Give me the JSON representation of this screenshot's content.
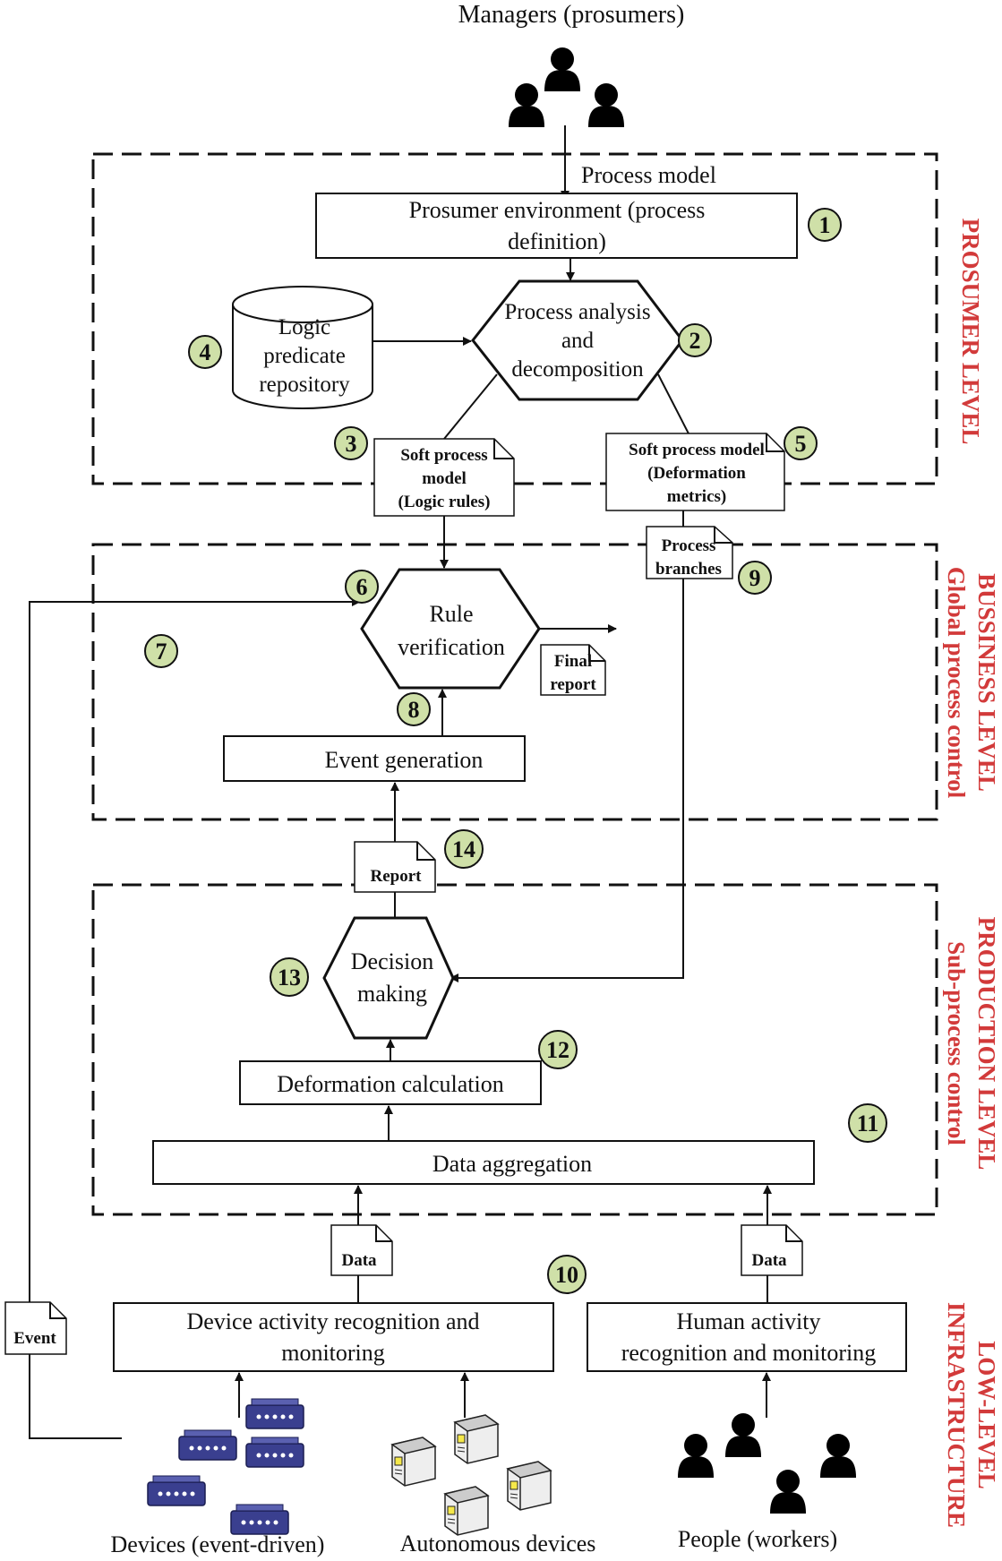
{
  "top_actor": "Managers (prosumers)",
  "flow_labels": {
    "process_model": "Process model"
  },
  "levels": {
    "prosumer": "PROSUMER LEVEL",
    "business_line1": "BUSSINESS LEVEL",
    "business_line2": "Global process control",
    "production_line1": "PRODUCTION LEVEL",
    "production_line2": "Sub-process control",
    "infrastructure_line1": "LOW-LEVEL",
    "infrastructure_line2": "INFRASTRUCTURE"
  },
  "boxes": {
    "prosumer_env_line1": "Prosumer environment (process",
    "prosumer_env_line2": "definition)",
    "process_analysis_line1": "Process analysis",
    "process_analysis_line2": "and",
    "process_analysis_line3": "decomposition",
    "logic_repo_line1": "Logic",
    "logic_repo_line2": "predicate",
    "logic_repo_line3": "repository",
    "rule_verification_line1": "Rule",
    "rule_verification_line2": "verification",
    "event_generation": "Event generation",
    "decision_making_line1": "Decision",
    "decision_making_line2": "making",
    "deformation_calculation": "Deformation calculation",
    "data_aggregation": "Data aggregation",
    "device_activity_line1": "Device activity recognition and",
    "device_activity_line2": "monitoring",
    "human_activity_line1": "Human activity",
    "human_activity_line2": "recognition and monitoring"
  },
  "documents": {
    "soft_logic_line1": "Soft process",
    "soft_logic_line2": "model",
    "soft_logic_line3": "(Logic rules)",
    "soft_deform_line1": "Soft process model",
    "soft_deform_line2": "(Deformation",
    "soft_deform_line3": "metrics)",
    "process_branches_line1": "Process",
    "process_branches_line2": "branches",
    "final_report_line1": "Final",
    "final_report_line2": "report",
    "report": "Report",
    "data_left": "Data",
    "data_right": "Data",
    "event": "Event"
  },
  "steps": [
    "1",
    "2",
    "3",
    "4",
    "5",
    "6",
    "7",
    "8",
    "9",
    "10",
    "11",
    "12",
    "13",
    "14"
  ],
  "bottom_labels": {
    "devices": "Devices (event-driven)",
    "autonomous": "Autonomous devices",
    "people": "People (workers)"
  },
  "colors": {
    "level_labels": "#d23a3a",
    "step_badges": "#cfe0a8",
    "managers_icon": "#c8612c",
    "workers_icon": "#9aaed0",
    "device_icon": "#3a3f8f"
  }
}
